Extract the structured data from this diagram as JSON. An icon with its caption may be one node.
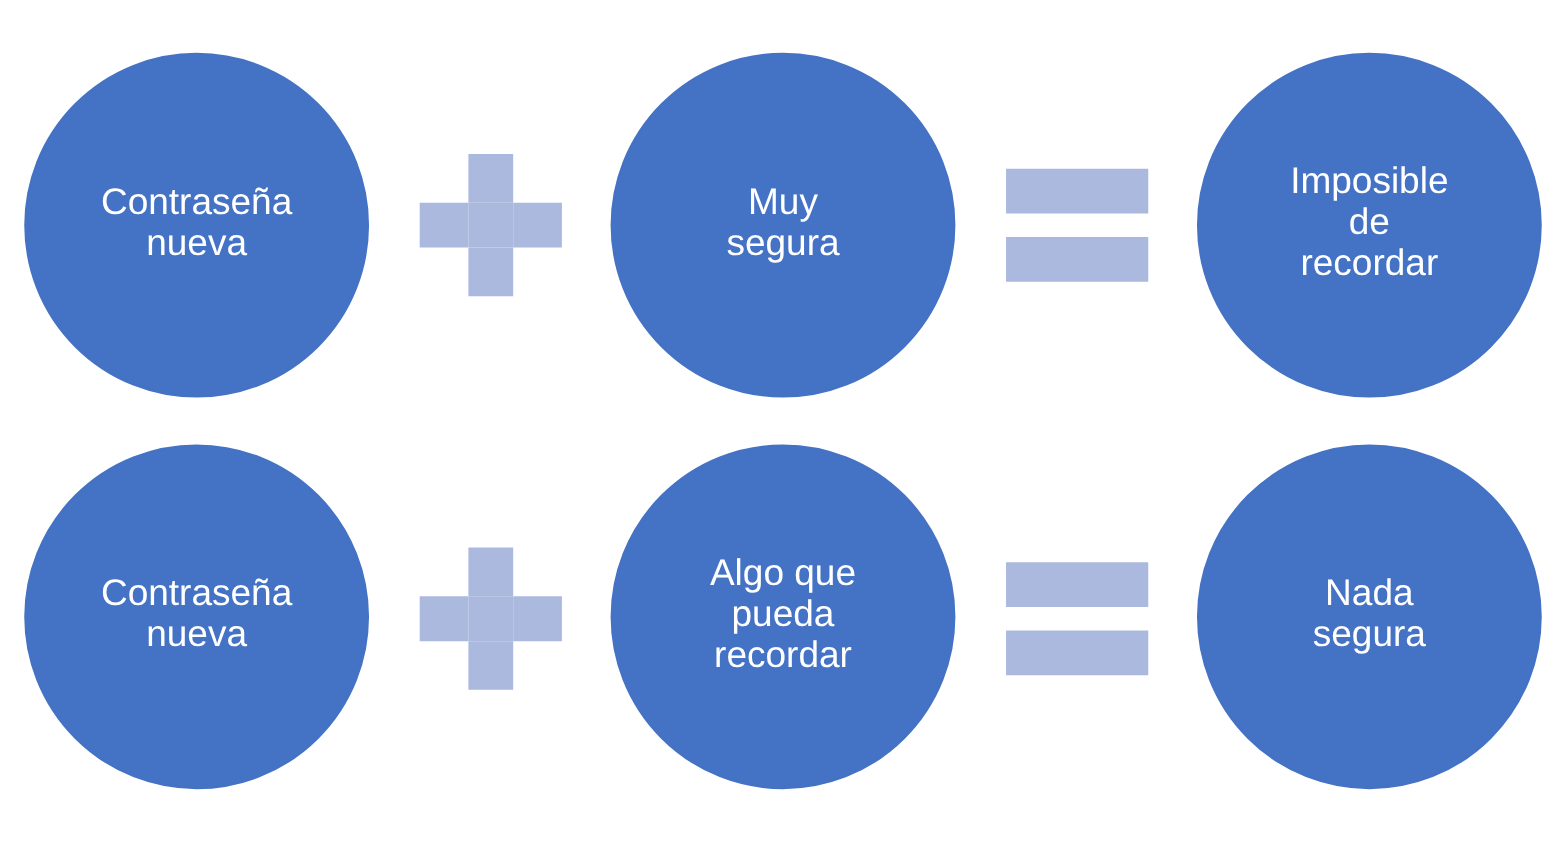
{
  "diagram": {
    "nodes": [
      {
        "text": [
          "Contraseña nueva"
        ]
      },
      {
        "text": [],
        "shape": "plus"
      },
      {
        "text": [
          "Muy segura"
        ]
      },
      {
        "text": [],
        "shape": "equals"
      },
      {
        "text": [
          "Imposible de recordar"
        ]
      },
      {
        "text": [
          "Contraseña nueva"
        ]
      },
      {
        "text": [],
        "shape": "plus"
      },
      {
        "text": [
          "Algo que pueda recordar"
        ]
      },
      {
        "text": [],
        "shape": "equals"
      },
      {
        "text": [
          "Nada segura"
        ]
      }
    ]
  }
}
